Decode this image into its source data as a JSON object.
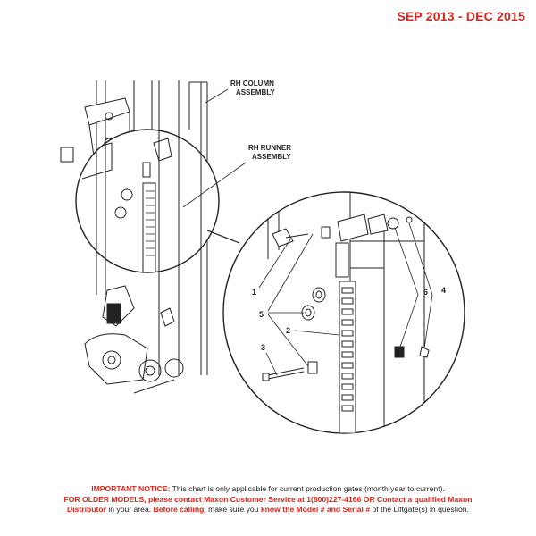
{
  "header": {
    "date_range": "SEP 2013 - DEC 2015"
  },
  "callouts": {
    "rh_column_line1": "RH COLUMN",
    "rh_column_line2": "ASSEMBLY",
    "rh_runner_line1": "RH RUNNER",
    "rh_runner_line2": "ASSEMBLY",
    "n1": "1",
    "n2": "2",
    "n3": "3",
    "n4": "4",
    "n5": "5",
    "n6": "6"
  },
  "notice": {
    "l1_label": "IMPORTANT NOTICE:",
    "l1_text": " This chart is only applicable for current production gates (month year to current).",
    "l2_text": "FOR OLDER MODELS, please contact Maxon Customer Service at 1(800)227-4166 OR Contact a qualified Maxon",
    "l3_a": "Distributor",
    "l3_b": " in your area. ",
    "l3_c": "Before calling,",
    "l3_d": " make sure you ",
    "l3_e": "know the Model # and Serial #",
    "l3_f": " of the Liftgate(s) in question."
  },
  "colors": {
    "accent_red": "#d9261c",
    "line": "#222222"
  }
}
